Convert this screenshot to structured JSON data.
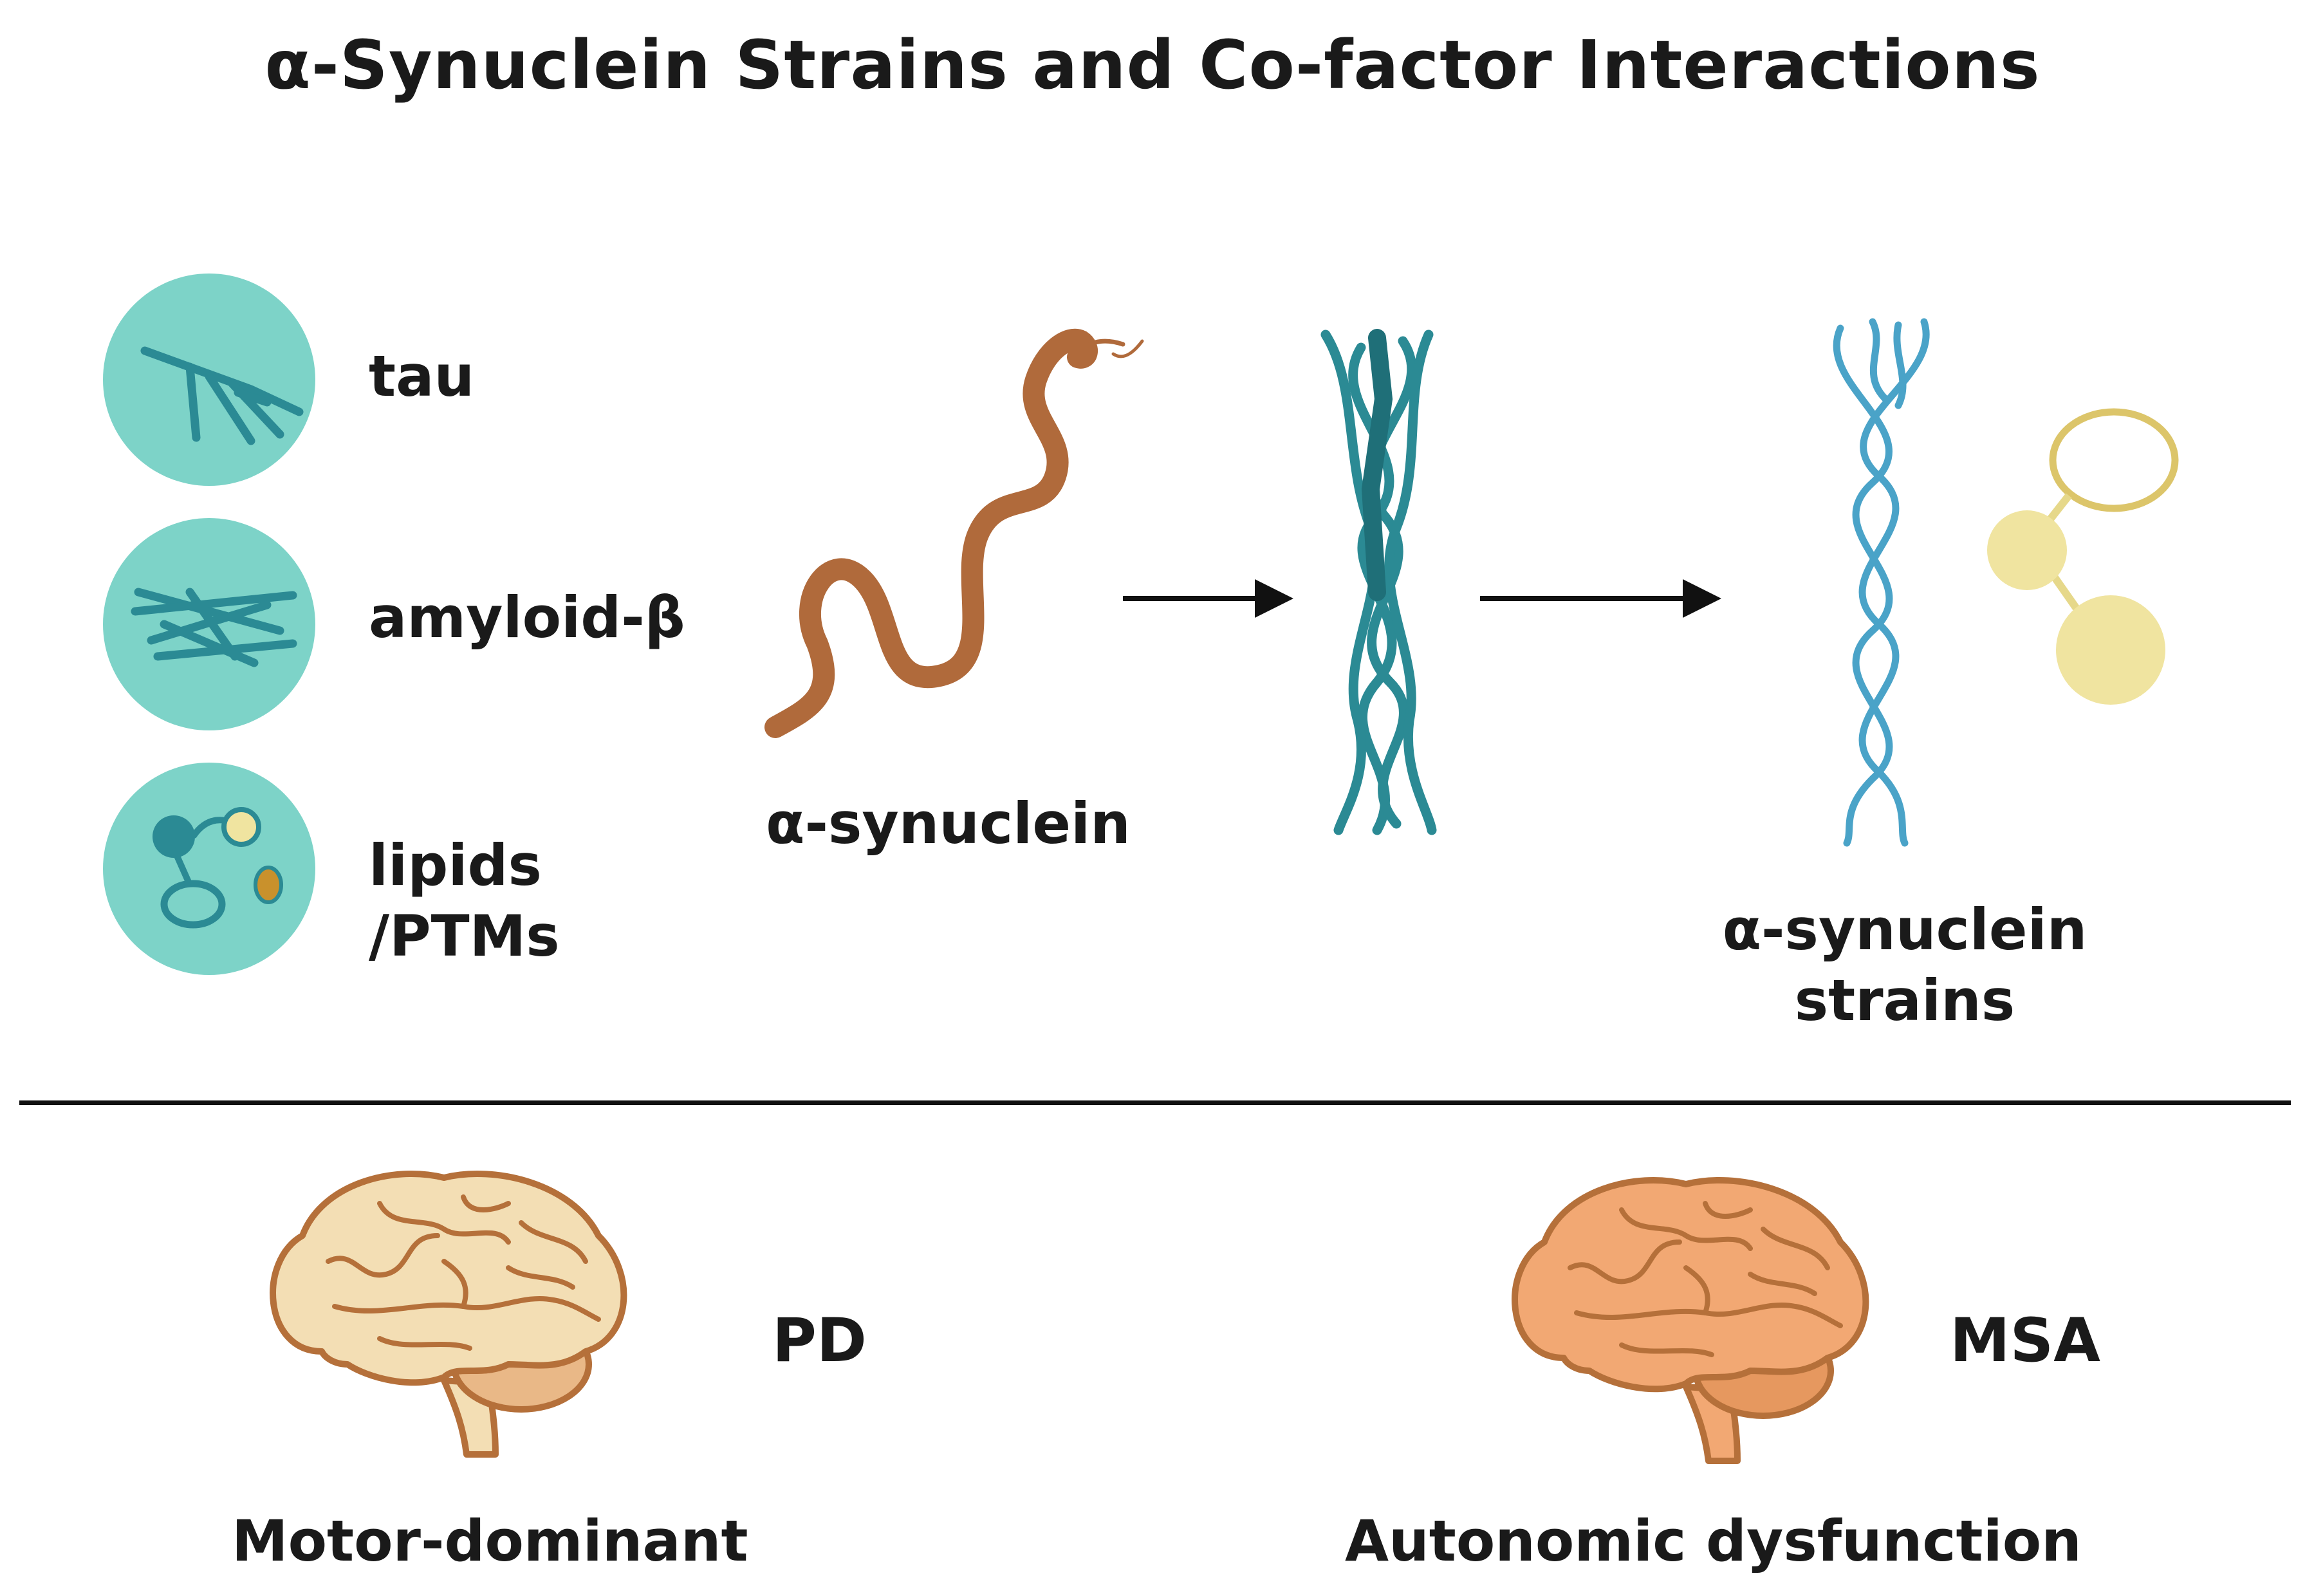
{
  "title": "α-Synuclein Strains and Co-factor Interactions",
  "cofactors": [
    {
      "label": "tau",
      "icon": "tau-filaments-icon"
    },
    {
      "label": "amyloid-β",
      "icon": "amyloid-beta-fibrils-icon"
    },
    {
      "label": "lipids\n/PTMs",
      "icon": "lipids-ptms-icon"
    }
  ],
  "pathway": {
    "monomer_label": "α-synuclein",
    "strains_label": "α-synuclein\nstrains"
  },
  "diseases": [
    {
      "abbr": "PD",
      "phenotype": "Motor-dominant",
      "icon": "brain-icon",
      "color": "#f3deb4"
    },
    {
      "abbr": "MSA",
      "phenotype": "Autonomic dysfunction",
      "icon": "brain-icon",
      "color": "#f2a873"
    }
  ],
  "colors": {
    "circle": "#7dd3c8",
    "fibril": "#2b8a94",
    "strain": "#4aa3c8",
    "monomer": "#b06a3b",
    "cofactor_yellow": "#f0e4a0",
    "brain_outline": "#b5703a"
  }
}
